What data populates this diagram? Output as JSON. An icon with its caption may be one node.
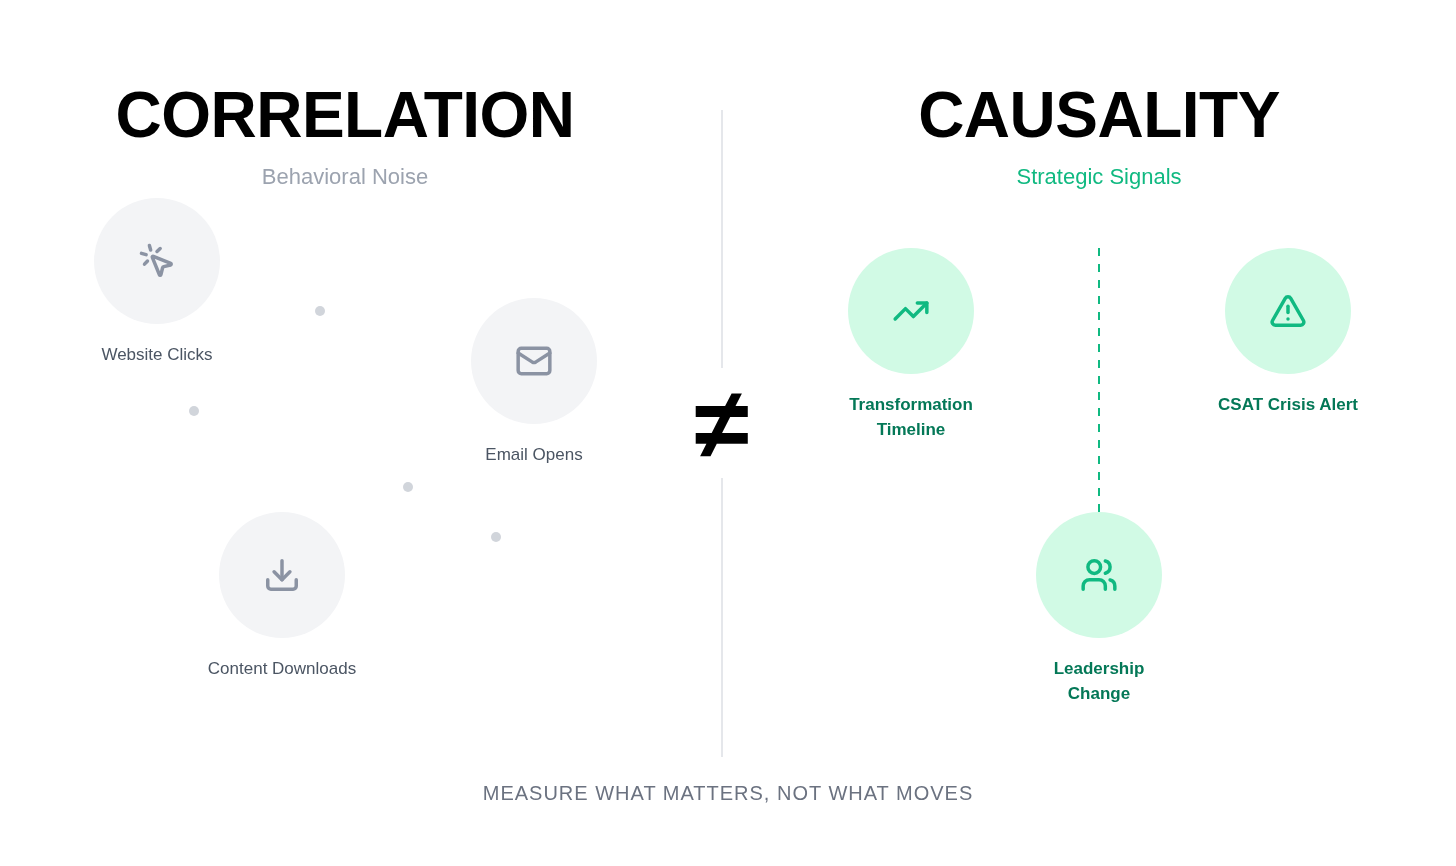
{
  "diagram": {
    "nodes": [
      {
        "text": [
          "Website Clicks"
        ]
      },
      {
        "text": [
          "Email Opens"
        ]
      },
      {
        "text": [
          "Content Downloads"
        ]
      },
      {
        "text": [
          "Transformation Timeline"
        ]
      },
      {
        "text": [
          "CSAT Crisis Alert"
        ]
      },
      {
        "text": [
          "Leadership Change"
        ]
      }
    ],
    "edges": [
      {
        "from": null,
        "to": 5,
        "arrow": "none",
        "style": "dashed",
        "color": "#10b981"
      }
    ],
    "labels": [
      "CORRELATION",
      "CAUSALITY",
      "Behavioral Noise",
      "Strategic Signals",
      "≠"
    ],
    "caption": "MEASURE WHAT MATTERS, NOT WHAT MOVES"
  }
}
